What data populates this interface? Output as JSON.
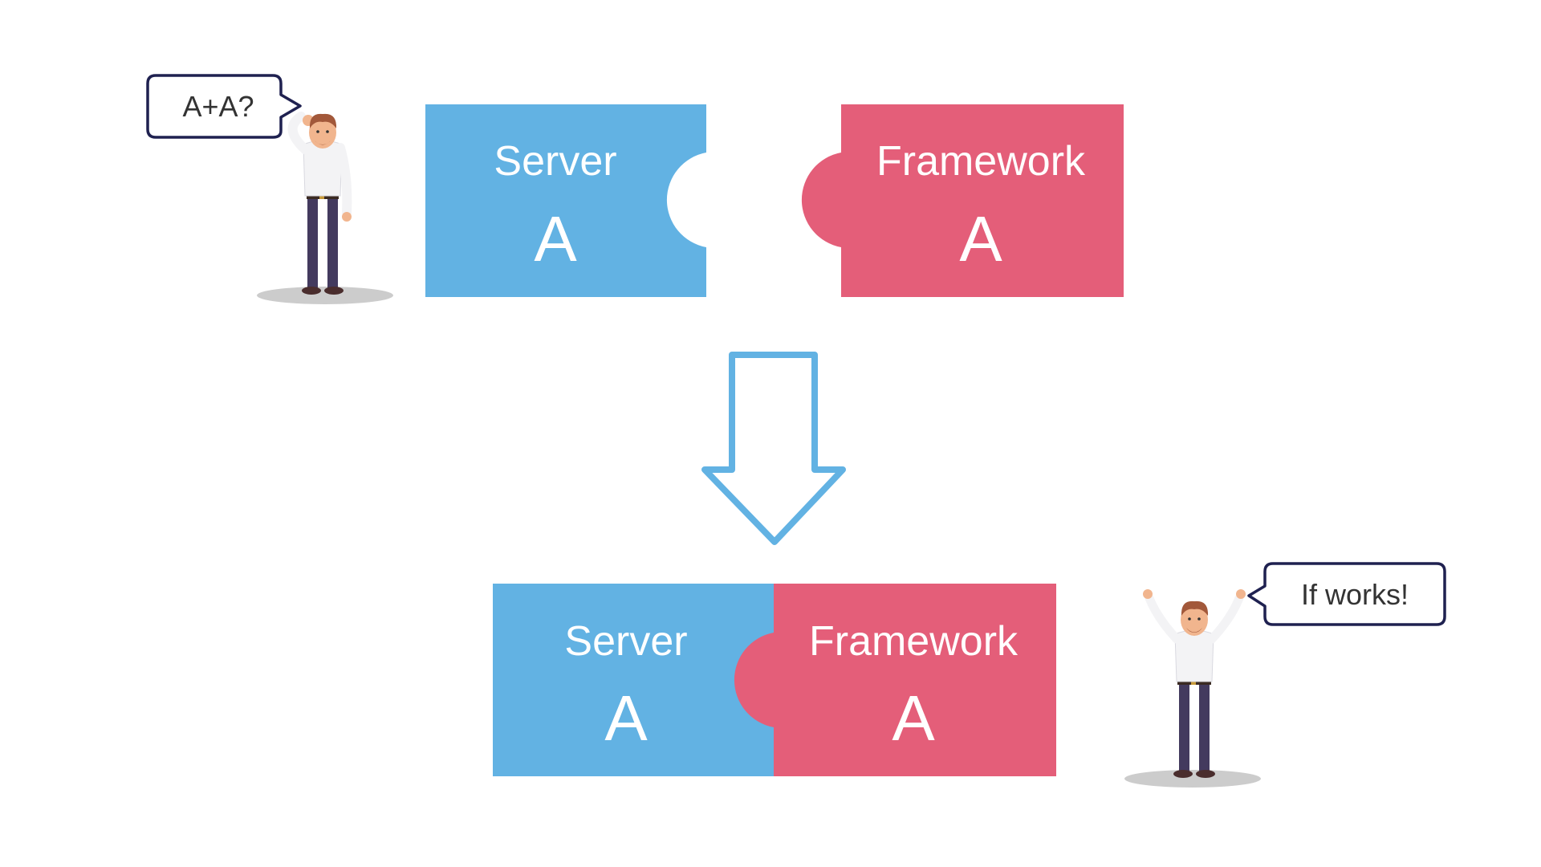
{
  "colors": {
    "server": "#62b2e3",
    "framework": "#e45e79",
    "arrow": "#62b2e3",
    "bubble_border": "#1f2150",
    "shadow": "#cccccc"
  },
  "top": {
    "server": {
      "name": "Server",
      "letter": "A"
    },
    "framework": {
      "name": "Framework",
      "letter": "A"
    }
  },
  "bottom": {
    "server": {
      "name": "Server",
      "letter": "A"
    },
    "framework": {
      "name": "Framework",
      "letter": "A"
    }
  },
  "bubbles": {
    "confused": "A+A?",
    "happy": "If works!"
  },
  "arrow_icon": "down-arrow-icon"
}
